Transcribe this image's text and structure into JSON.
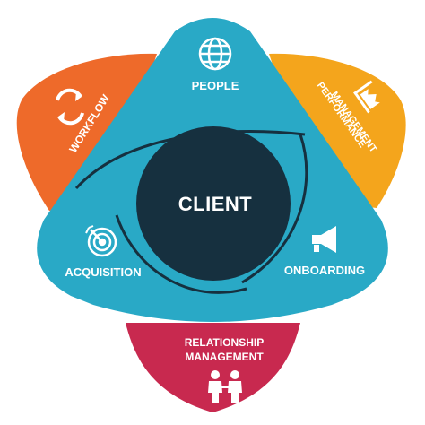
{
  "center": {
    "label": "CLIENT",
    "color": "#16303f"
  },
  "segments": [
    {
      "key": "people",
      "label": "PEOPLE",
      "icon": "globe-icon",
      "color": "#29a9c6"
    },
    {
      "key": "onboarding",
      "label": "ONBOARDING",
      "icon": "megaphone-icon",
      "color": "#29a9c6"
    },
    {
      "key": "acquisition",
      "label": "ACQUISITION",
      "icon": "target-icon",
      "color": "#29a9c6"
    }
  ],
  "petals": [
    {
      "key": "workflow",
      "label": "WORKFLOW",
      "icon": "refresh-cycle-icon",
      "color": "#ee6a2a"
    },
    {
      "key": "performance",
      "label_line1": "PERFORMANCE",
      "label_line2": "MANAGEMENT",
      "icon": "chart-icon",
      "color": "#f4a51c"
    },
    {
      "key": "relationship",
      "label_line1": "RELATIONSHIP",
      "label_line2": "MANAGEMENT",
      "icon": "handshake-people-icon",
      "color": "#c8294f"
    }
  ]
}
